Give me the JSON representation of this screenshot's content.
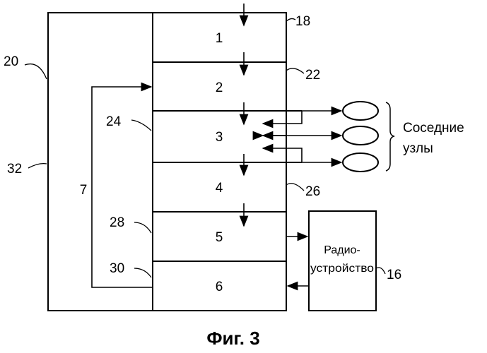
{
  "figure": {
    "caption": "Фиг. 3",
    "layers": [
      "1",
      "2",
      "3",
      "4",
      "5",
      "6"
    ],
    "loop_label": "7",
    "refs": {
      "r18": "18",
      "r22": "22",
      "r26": "26",
      "r16": "16",
      "r20": "20",
      "r32": "32",
      "r24": "24",
      "r28": "28",
      "r30": "30"
    },
    "radio": {
      "line1": "Радио-",
      "line2": "устройство"
    },
    "neighbors": {
      "line1": "Соседние",
      "line2": "узлы"
    }
  }
}
